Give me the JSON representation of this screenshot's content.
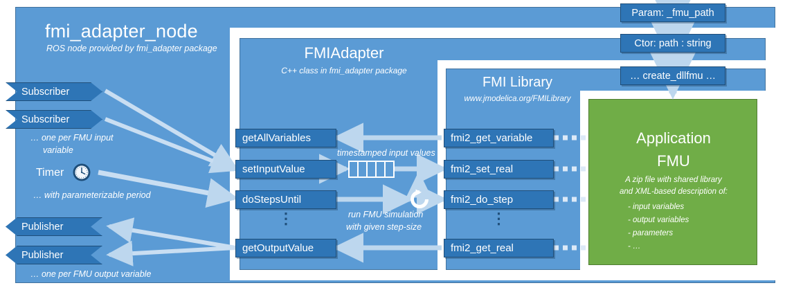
{
  "node": {
    "title": "fmi_adapter_node",
    "subtitle": "ROS node provided by fmi_adapter package",
    "subscribers": [
      {
        "label": "Subscriber"
      },
      {
        "label": "Subscriber"
      }
    ],
    "subscriber_note": "… one per FMU input\nvariable",
    "subscriber_note_line1": "… one per FMU input",
    "subscriber_note_line2": "variable",
    "timer_label": "Timer",
    "timer_icon": "clock-icon",
    "timer_note": "… with parameterizable period",
    "publishers": [
      {
        "label": "Publisher"
      },
      {
        "label": "Publisher"
      }
    ],
    "publisher_note": "… one per FMU output variable"
  },
  "adapter": {
    "title": "FMIAdapter",
    "subtitle": "C++ class in fmi_adapter package",
    "methods": [
      {
        "label": "getAllVariables"
      },
      {
        "label": "setInputValue"
      },
      {
        "label": "doStepsUntil"
      },
      {
        "label": "getOutputValue"
      }
    ],
    "ellipsis": "⋮",
    "buffer_caption": "timestamped input values",
    "buffer_cells": 5,
    "sim_caption_line1": "run FMU simulation",
    "sim_caption_line2": "with given step-size",
    "sim_icon": "refresh-loop-icon"
  },
  "library": {
    "title": "FMI Library",
    "subtitle": "www.jmodelica.org/FMILibrary",
    "functions": [
      {
        "label": "fmi2_get_variable"
      },
      {
        "label": "fmi2_set_real"
      },
      {
        "label": "fmi2_do_step"
      },
      {
        "label": "fmi2_get_real"
      }
    ],
    "ellipsis": "⋮"
  },
  "fmu": {
    "title_line1": "Application",
    "title_line2": "FMU",
    "desc_line1": "A zip file with shared library",
    "desc_line2": "and XML-based description of:",
    "items": [
      "- input variables",
      "- output variables",
      "- parameters",
      "- …"
    ]
  },
  "param_chain": [
    {
      "label": "Param: _fmu_path"
    },
    {
      "label": "Ctor: path : string"
    },
    {
      "label": "… create_dllfmu …"
    }
  ],
  "colors": {
    "panel_blue": "#5B9BD5",
    "panel_border": "#41719C",
    "box_blue": "#2E75B6",
    "box_border": "#1F4E79",
    "fmu_green": "#70AD47",
    "arrow_light": "#BDD7EE",
    "white": "#FFFFFF"
  }
}
